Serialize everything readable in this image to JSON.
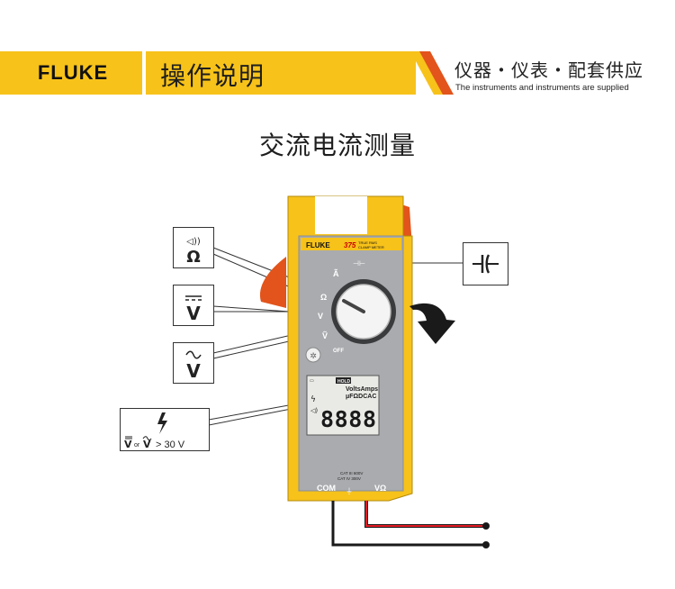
{
  "header": {
    "brand": "FLUKE",
    "section_title": "操作说明",
    "tagline_cn": "仪器・仪表・配套供应",
    "tagline_en": "The instruments and instruments are supplied",
    "accent_color": "#f7c21a",
    "stripe_color": "#e2541b"
  },
  "page_title": "交流电流测量",
  "meter": {
    "brand": "FLUKE",
    "model": "375",
    "model_caption_line1": "TRUE RMS",
    "model_caption_line2": "CLAMP METER",
    "dial_labels": {
      "amps": "Ã",
      "ohms": "Ω",
      "dc_volts": "V",
      "ac_volts": "Ṽ",
      "off": "OFF"
    },
    "display": {
      "hold": "HOLD",
      "units_line1": "VoltsAmps",
      "units_line2": "μFΩDCAC",
      "reading": "8888"
    },
    "jacks": {
      "com": "COM",
      "volt_ohm": "VΩ",
      "cat_line1": "CAT III 600V",
      "cat_line2": "CAT IV 300V"
    },
    "body_color": "#f7c21a",
    "face_color": "#a9abae",
    "clamp_color": "#e2541b"
  },
  "callouts": {
    "continuity_ohms": "Ω",
    "dc_volts": "V",
    "ac_volts": "V",
    "hazard_text": "or",
    "hazard_threshold": "> 30 V",
    "capacitance": "capacitance-icon"
  },
  "leads": {
    "red": "#e31b23",
    "black": "#1a1a1a"
  }
}
